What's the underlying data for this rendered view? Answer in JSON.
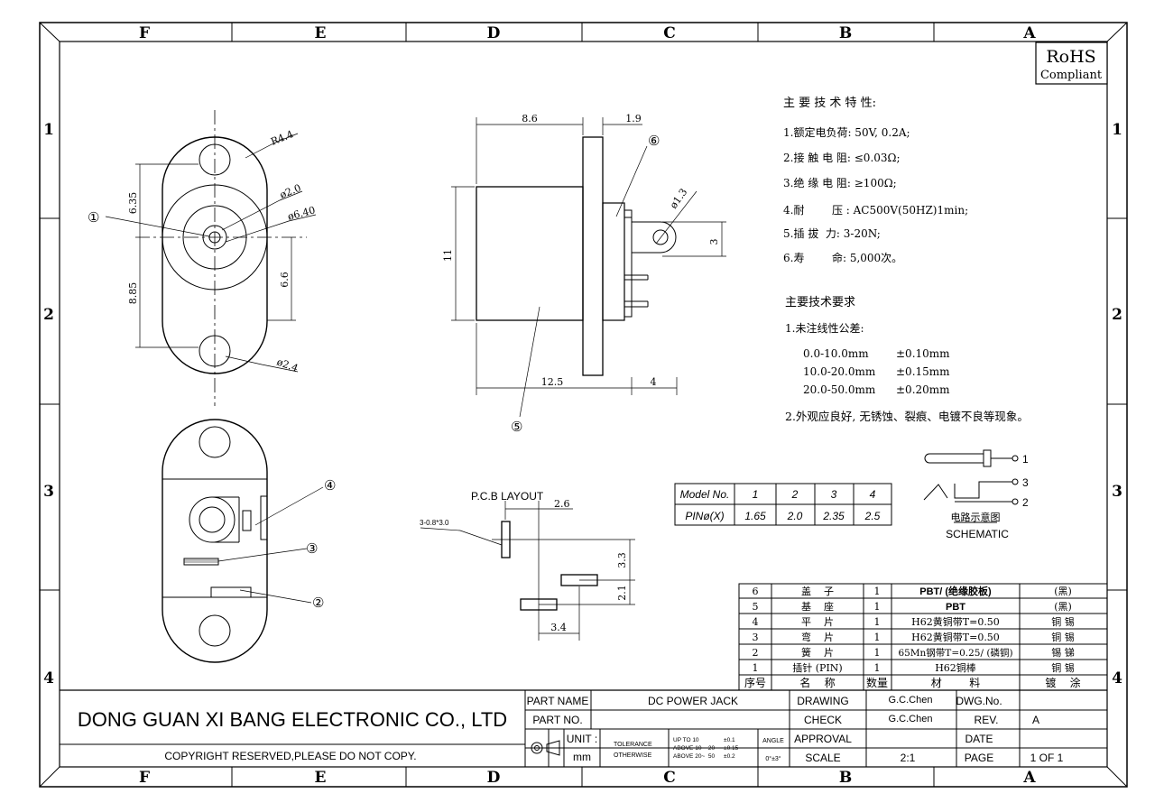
{
  "frame": {
    "columns": [
      "F",
      "E",
      "D",
      "C",
      "B",
      "A"
    ],
    "rows": [
      "1",
      "2",
      "3",
      "4"
    ]
  },
  "rohs": {
    "line1": "RoHS",
    "line2": "Compliant"
  },
  "front_view": {
    "r44": "R4.4",
    "d20": "ø2.0",
    "d640": "ø6.40",
    "d635": "6.35",
    "d885": "8.85",
    "d66": "6.6",
    "d24": "ø2.4",
    "callout1": "①"
  },
  "side_view": {
    "d86": "8.6",
    "d19": "1.9",
    "d11": "11",
    "d125": "12.5",
    "d4": "4",
    "d13": "ø1.3",
    "d3": "3",
    "callout6": "⑥",
    "callout5": "⑤"
  },
  "bottom_view": {
    "callout4": "④",
    "callout3": "③",
    "callout2": "②"
  },
  "pcb": {
    "title": "P.C.B LAYOUT",
    "d26": "2.6",
    "hole_note": "3-0.8*3.0",
    "d33": "3.3",
    "d21": "2.1",
    "d34": "3.4"
  },
  "specs": {
    "title": "主 要 技 术 特 性:",
    "items": [
      "1.额定电负荷: 50V, 0.2A;",
      "2.接 触 电 阻: ≤0.03Ω;",
      "3.绝 缘 电 阻: ≥100Ω;",
      "4.耐        压 : AC500V(50HZ)1min;",
      "5.插 拔  力: 3-20N;",
      "6.寿        命: 5,000次。"
    ],
    "req_title": "主要技术要求",
    "req1": "1.未注线性公差:",
    "tolerances": [
      {
        "range": "0.0-10.0mm",
        "tol": "±0.10mm"
      },
      {
        "range": "10.0-20.0mm",
        "tol": "±0.15mm"
      },
      {
        "range": "20.0-50.0mm",
        "tol": "±0.20mm"
      }
    ],
    "req2": "2.外观应良好, 无锈蚀、裂痕、电镀不良等现象。"
  },
  "model_table": {
    "headers": [
      "Model No.",
      "1",
      "2",
      "3",
      "4"
    ],
    "row": [
      "PINø(X)",
      "1.65",
      "2.0",
      "2.35",
      "2.5"
    ]
  },
  "schematic": {
    "pin1": "1",
    "pin3": "3",
    "pin2": "2",
    "cn_label": "电路示意图",
    "label": "SCHEMATIC"
  },
  "bom": {
    "rows": [
      [
        "6",
        "盖    子",
        "1",
        "PBT/ (绝缘胶板)",
        "(黑)"
      ],
      [
        "5",
        "基    座",
        "1",
        "PBT",
        "(黑)"
      ],
      [
        "4",
        "平    片",
        "1",
        "H62黄铜带T=0.50",
        "铜 锡"
      ],
      [
        "3",
        "弯    片",
        "1",
        "H62黄铜带T=0.50",
        "铜 锡"
      ],
      [
        "2",
        "簧    片",
        "1",
        "65Mn钢带T=0.25/ (磷铜)",
        "锡 锑"
      ],
      [
        "1",
        "插针 (PIN)",
        "1",
        "H62铜棒",
        "铜 锡"
      ]
    ],
    "header": [
      "序号",
      "名    称",
      "数量",
      "材        料",
      "镀    涂"
    ]
  },
  "title_block": {
    "company": "DONG GUAN XI BANG ELECTRONIC CO., LTD",
    "copyright": "COPYRIGHT RESERVED,PLEASE DO NOT COPY.",
    "part_name_label": "PART NAME",
    "part_name": "DC POWER JACK",
    "part_no_label": "PART NO.",
    "part_no": "",
    "unit_label": "UNIT :",
    "unit": "mm",
    "tolerance_label": "TOLERANCE",
    "otherwise_label": "OTHERWISE",
    "tol_rows": [
      {
        "a": "UP TO 10",
        "b": "±0.1"
      },
      {
        "a": "ABOVE 10~  20",
        "b": "±0.15"
      },
      {
        "a": "ABOVE 20~  50",
        "b": "±0.2"
      }
    ],
    "angle_label": "ANGLE",
    "angle": "0°±3°",
    "drawing_label": "DRAWING",
    "drawing": "G.C.Chen",
    "check_label": "CHECK",
    "check": "G.C.Chen",
    "approval_label": "APPROVAL",
    "approval": "",
    "scale_label": "SCALE",
    "scale": "2:1",
    "dwg_label": "DWG.No.",
    "dwg": "",
    "rev_label": "REV.",
    "rev": "A",
    "date_label": "DATE",
    "date": "",
    "page_label": "PAGE",
    "page": "1 OF 1"
  }
}
